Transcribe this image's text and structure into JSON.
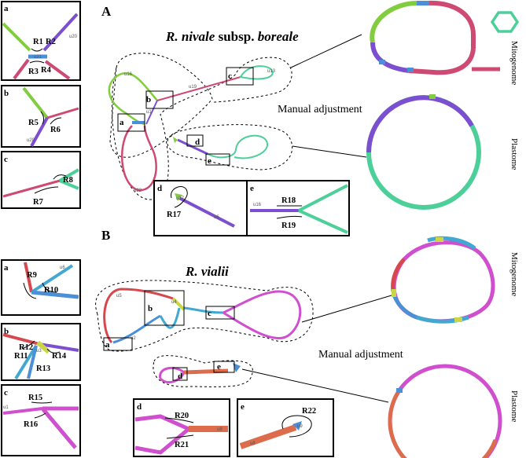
{
  "panel_a": {
    "letter": "A",
    "title_italic": "R. nivale",
    "title_rest": " subsp. ",
    "title_italic2": "boreale",
    "annotation": "Manual adjustment",
    "side_mito": "Mitogenome",
    "side_plast": "Plastome",
    "insets": {
      "a": {
        "letter": "a",
        "r1": "R1",
        "r2": "R2",
        "r3": "R3",
        "r4": "R4",
        "u1": "u21",
        "u2": "u20"
      },
      "b": {
        "letter": "b",
        "r1": "R5",
        "r2": "R6",
        "u1": "u20"
      },
      "c": {
        "letter": "c",
        "r1": "R8",
        "r2": "R7"
      },
      "d": {
        "letter": "d",
        "r1": "R17",
        "u1": "u17",
        "u2": "u6"
      },
      "e": {
        "letter": "e",
        "r1": "R18",
        "r2": "R19",
        "u1": "u16"
      }
    },
    "box_labels": [
      "a",
      "b",
      "c",
      "d",
      "e"
    ],
    "graph_labels": [
      "u16",
      "u19",
      "u13",
      "u22",
      "u1",
      "u17",
      "u19",
      "u20",
      "u21"
    ]
  },
  "panel_b": {
    "letter": "B",
    "title_italic": "R. vialii",
    "annotation": "Manual adjustment",
    "side_mito": "Mitogenome",
    "side_plast": "Plastome",
    "insets": {
      "a": {
        "letter": "a",
        "r1": "R9",
        "r2": "R10",
        "u1": "u6"
      },
      "b": {
        "letter": "b",
        "r1": "R12",
        "r2": "R11",
        "r3": "R13",
        "r4": "R14",
        "u1": "u3"
      },
      "c": {
        "letter": "c",
        "r1": "R15",
        "r2": "R16",
        "u1": "u1"
      },
      "d": {
        "letter": "d",
        "r1": "R20",
        "r2": "R21",
        "u1": "u8"
      },
      "e": {
        "letter": "e",
        "r1": "R22",
        "u1": "u8",
        "u2": "u9"
      }
    },
    "box_labels": [
      "a",
      "b",
      "c",
      "d",
      "e"
    ],
    "graph_labels": [
      "u5",
      "u4",
      "u2"
    ]
  },
  "colors": {
    "green": "#82cc3f",
    "pink": "#cf4a72",
    "purple": "#7b4fd0",
    "teal": "#4dcf9a",
    "blue": "#4b8fd6",
    "cyan": "#42a8d2",
    "red": "#d6484e",
    "magenta": "#cf4fcf",
    "orange": "#dc6c4c",
    "yellow": "#cad648"
  }
}
